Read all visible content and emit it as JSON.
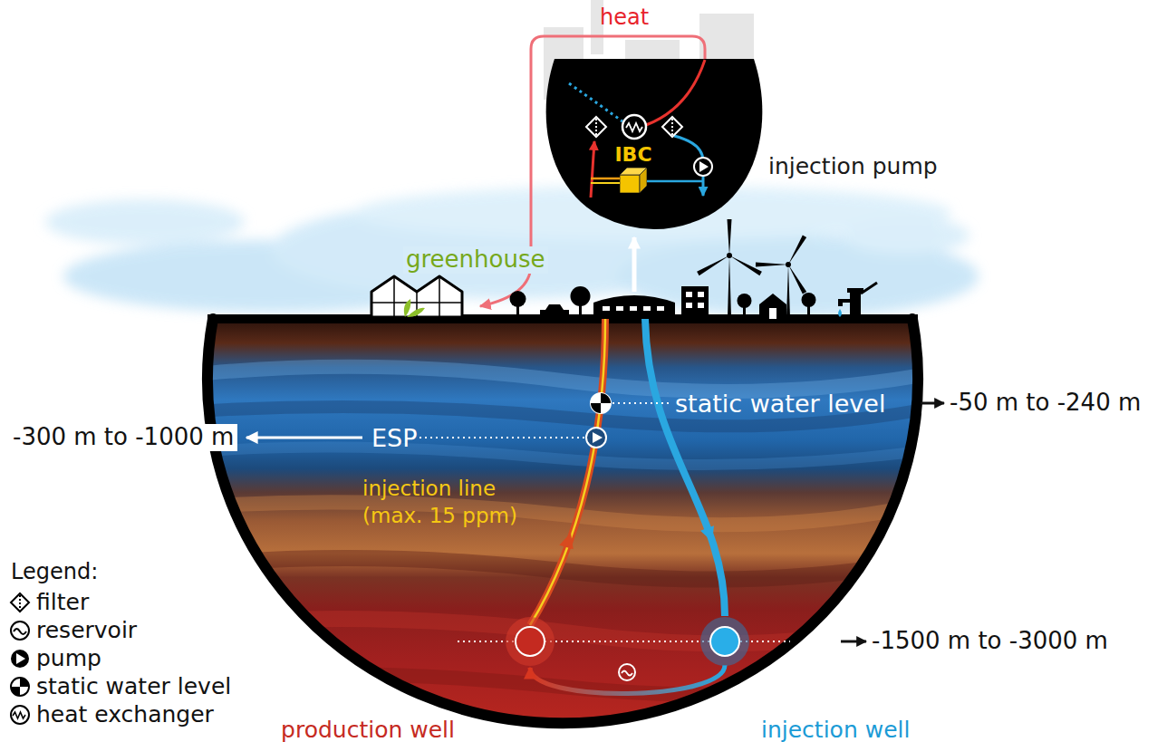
{
  "diagram": {
    "nodes": [
      {
        "text": [
          "IBC"
        ]
      },
      {
        "text": [
          "greenhouse"
        ]
      },
      {
        "text": [
          "production well"
        ]
      },
      {
        "text": [
          "injection well"
        ]
      }
    ],
    "edges": [
      {
        "from": 3,
        "to": 2,
        "arrow": "to"
      }
    ],
    "labels": [
      "heat",
      "injection pump",
      "static water level",
      "-50 m to -240 m",
      "ESP",
      "-300 m to -1000 m",
      "injection line (max. 15 ppm)",
      "-1500 m to -3000 m",
      "Legend:"
    ],
    "legend": [
      {
        "text": "filter"
      },
      {
        "text": "reservoir"
      },
      {
        "text": "pump"
      },
      {
        "text": "static water level"
      },
      {
        "text": "heat exchanger"
      }
    ]
  }
}
